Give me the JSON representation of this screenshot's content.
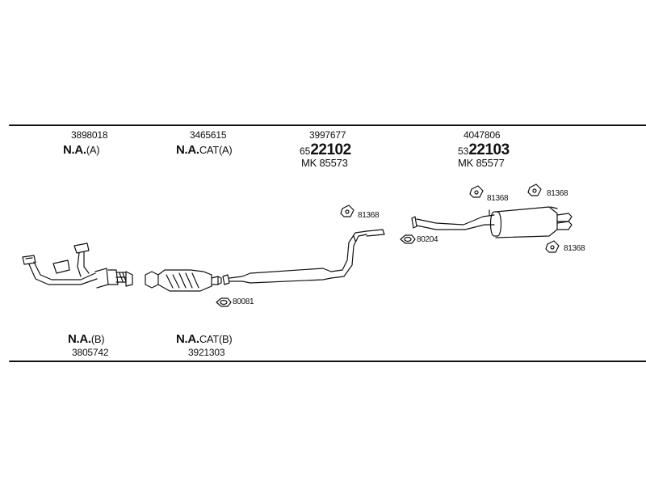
{
  "top_labels": [
    {
      "code": "3898018",
      "na": "N.A.",
      "suffix": "(A)"
    },
    {
      "code": "3465615",
      "na": "N.A.",
      "suffix": "CAT(A)"
    },
    {
      "code": "3997677",
      "art_prefix": "65",
      "art_number": "22102",
      "mk": "MK 85573"
    },
    {
      "code": "4047806",
      "art_prefix": "53",
      "art_number": "22103",
      "mk": "MK 85577"
    }
  ],
  "bottom_labels": [
    {
      "code": "3805742",
      "na": "N.A.",
      "suffix": "(B)"
    },
    {
      "code": "3921303",
      "na": "N.A.",
      "suffix": "CAT(B)"
    }
  ],
  "clamp_labels": {
    "pipe_hanger": "81368",
    "pipe_gasket": "80204",
    "cat_gasket": "80081",
    "muffler_top_left": "81368",
    "muffler_top_right": "81368",
    "muffler_bottom": "81368"
  },
  "colors": {
    "line": "#111111",
    "background": "#ffffff"
  }
}
